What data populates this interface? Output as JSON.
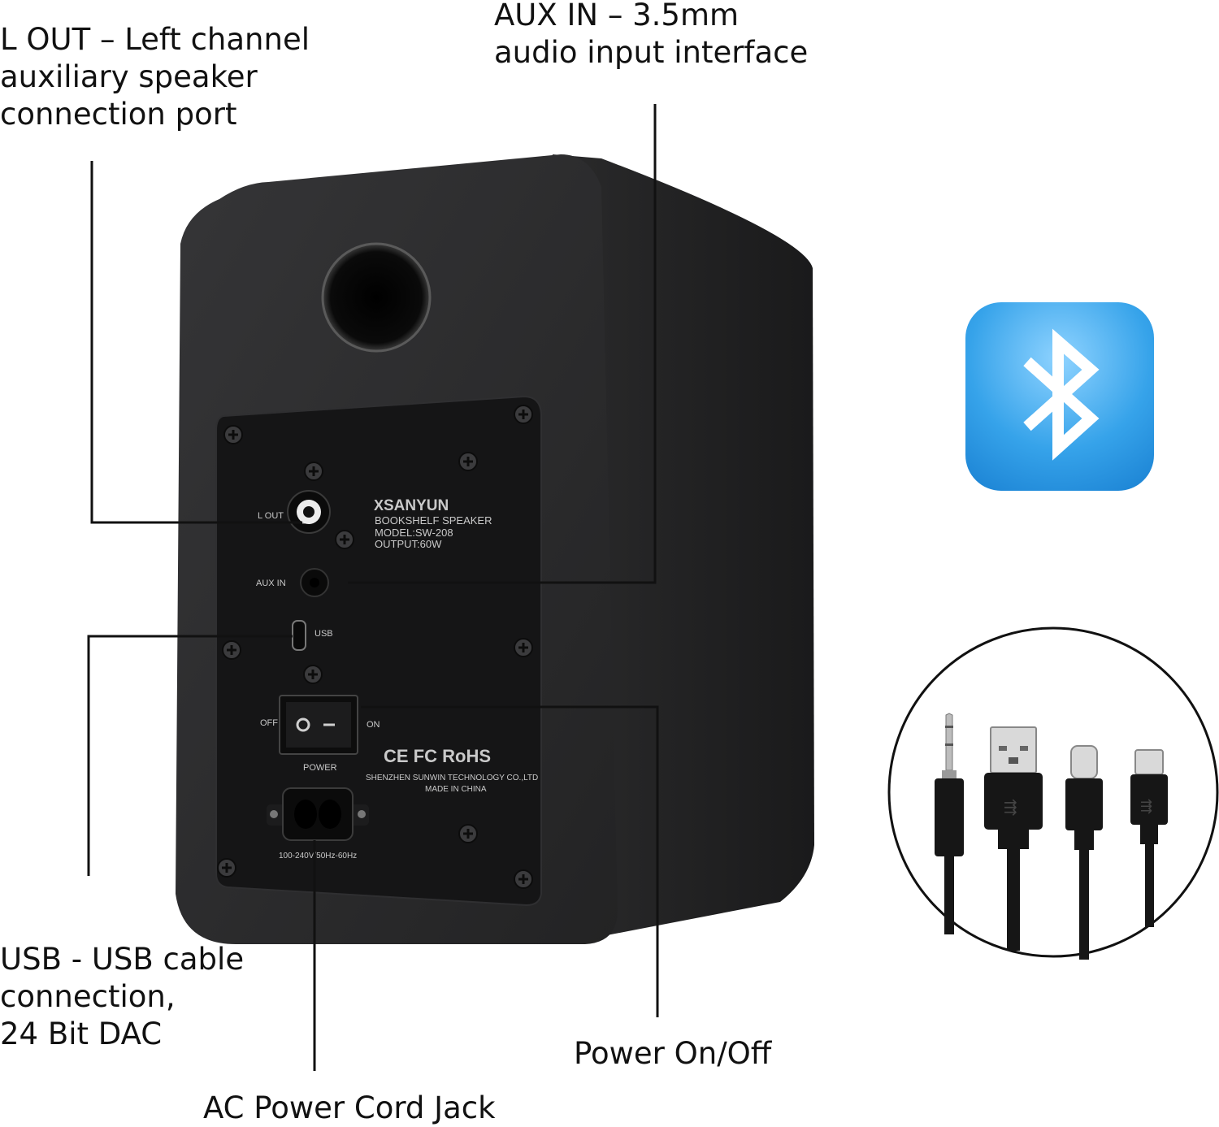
{
  "callouts": {
    "l_out": [
      "L OUT  –  Left channel",
      "auxiliary speaker",
      "connection port"
    ],
    "aux_in": [
      "AUX IN  –  3.5mm",
      "audio input interface"
    ],
    "usb": [
      "USB - USB cable",
      "connection,",
      "24 Bit DAC"
    ],
    "power": [
      "Power On/Off"
    ],
    "ac": [
      "AC Power Cord Jack"
    ]
  },
  "panel": {
    "brand": "SANYUN",
    "product": "BOOKSHELF SPEAKER",
    "model": "MODEL:SW-208",
    "output": "OUTPUT:60W",
    "l_out_label": "L OUT",
    "aux_in_label": "AUX IN",
    "usb_label": "USB",
    "off_label": "OFF",
    "on_label": "ON",
    "power_label": "POWER",
    "certs": "CE FC RoHS",
    "maker": "SHENZHEN SUNWIN TECHNOLOGY CO.,LTD",
    "made_in": "MADE IN CHINA",
    "voltage": "100-240V/50Hz-60Hz"
  },
  "colors": {
    "cabinet": "#2a2a2b",
    "cabinet_side": "#1e1e1f",
    "panel": "#151516",
    "bluetooth_blue": "#2f9be6",
    "leader_line": "#111111"
  },
  "icons": {
    "bluetooth": "bluetooth-icon",
    "cables": "cables-circle-icon"
  }
}
